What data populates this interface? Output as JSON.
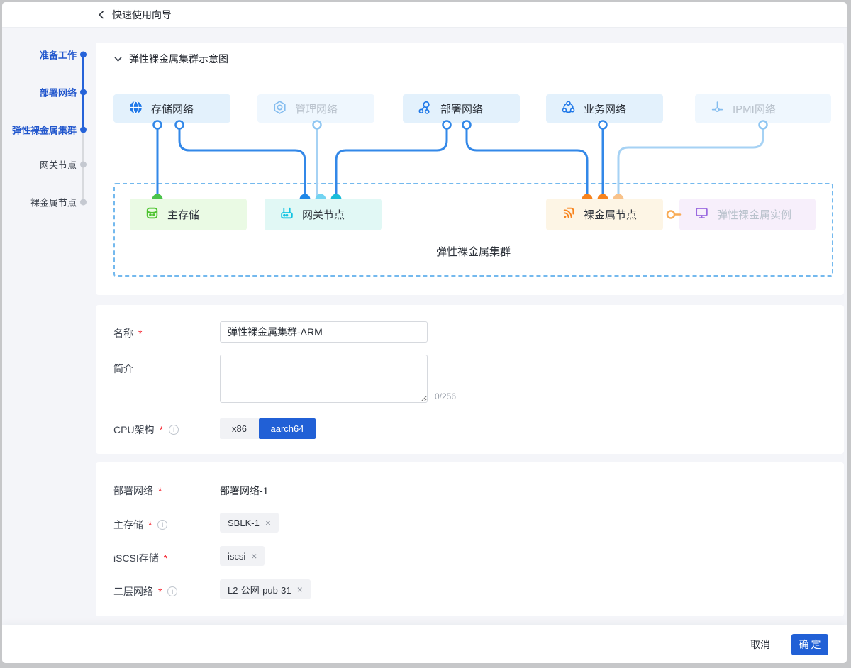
{
  "header": {
    "title": "快速使用向导",
    "back_icon": "back-chevron"
  },
  "stepper": {
    "steps": [
      {
        "label": "准备工作",
        "state": "done"
      },
      {
        "label": "部署网络",
        "state": "done"
      },
      {
        "label": "弹性裸金属集群",
        "state": "done"
      },
      {
        "label": "网关节点",
        "state": "pending"
      },
      {
        "label": "裸金属节点",
        "state": "pending"
      }
    ]
  },
  "diagram": {
    "section_title": "弹性裸金属集群示意图",
    "cluster_label": "弹性裸金属集群",
    "networks": [
      {
        "label": "存储网络",
        "state": "active",
        "icon": "globe-icon"
      },
      {
        "label": "管理网络",
        "state": "inactive",
        "icon": "hex-gear-icon"
      },
      {
        "label": "部署网络",
        "state": "active",
        "icon": "nodes-icon"
      },
      {
        "label": "业务网络",
        "state": "active",
        "icon": "cloud-ring-icon"
      },
      {
        "label": "IPMI网络",
        "state": "inactive",
        "icon": "junction-icon"
      }
    ],
    "nodes": [
      {
        "label": "主存储",
        "color": "#52c41a",
        "icon": "database-icon"
      },
      {
        "label": "网关节点",
        "color": "#12c3e2",
        "icon": "router-icon"
      },
      {
        "label": "裸金属节点",
        "color": "#f7831d",
        "icon": "signal-icon"
      },
      {
        "label": "弹性裸金属实例",
        "color": "#9b6ae0",
        "icon": "monitor-icon"
      }
    ]
  },
  "form_basic": {
    "name_label": "名称",
    "name_value": "弹性裸金属集群-ARM",
    "desc_label": "简介",
    "desc_counter": "0/256",
    "cpu_label": "CPU架构",
    "cpu_options": [
      {
        "label": "x86",
        "selected": false
      },
      {
        "label": "aarch64",
        "selected": true
      }
    ]
  },
  "form_network": {
    "deploy_label": "部署网络",
    "deploy_value": "部署网络-1",
    "storage_label": "主存储",
    "storage_tag": "SBLK-1",
    "iscsi_label": "iSCSI存储",
    "iscsi_tag": "iscsi",
    "l2_label": "二层网络",
    "l2_tag": "L2-公网-pub-31"
  },
  "footer": {
    "cancel": "取消",
    "confirm": "确定"
  },
  "misc": {
    "required_mark": "*",
    "info_glyph": "i",
    "close_glyph": "×"
  },
  "colors": {
    "primary": "#2160d6",
    "step_blue": "#2663d9",
    "line_blue": "#3388e8",
    "line_light": "#a6d2f4",
    "dashed_border": "#74b9ee",
    "green": "#52c41a",
    "cyan": "#12c3e2",
    "orange": "#f7831d",
    "tan": "#f8c28a",
    "purple": "#9b6ae0",
    "page_bg": "#f4f5f9",
    "required_red": "#f5222d"
  }
}
